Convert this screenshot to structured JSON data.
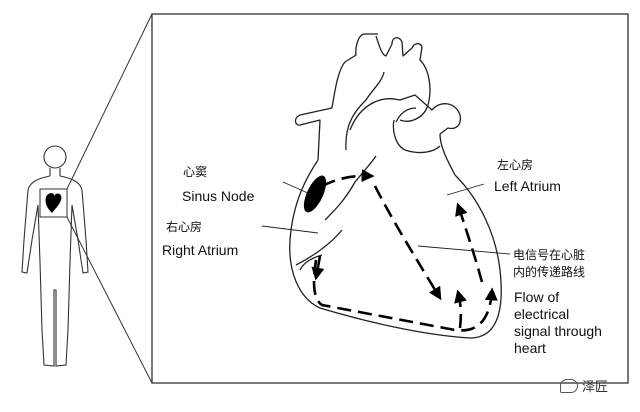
{
  "labels": {
    "sinus_node_zh": "心窦",
    "sinus_node_en": "Sinus Node",
    "right_atrium_zh": "右心房",
    "right_atrium_en": "Right Atrium",
    "left_atrium_zh": "左心房",
    "left_atrium_en": "Left Atrium",
    "signal_path_zh_line1": "电信号在心脏",
    "signal_path_zh_line2": "内的传递路线",
    "flow_line1": "Flow of",
    "flow_line2": "electrical",
    "flow_line3": "signal through",
    "flow_line4": "heart"
  },
  "watermark": {
    "text": "泽匠",
    "icon": "chat-bubble-icon"
  }
}
